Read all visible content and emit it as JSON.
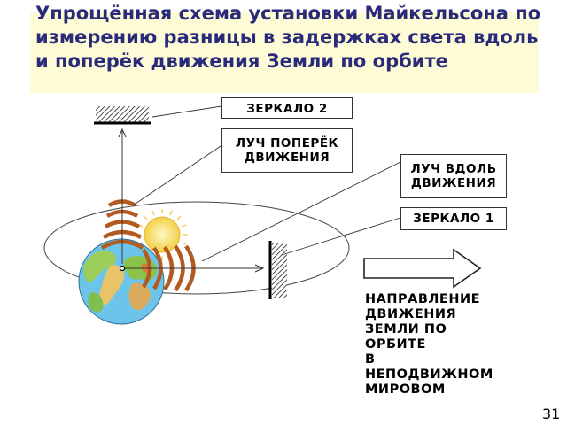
{
  "title": "Упрощённая схема установки Майкельсона по измерению разницы в задержках света вдоль и поперёк движения Земли по орбите",
  "labels": {
    "mirror2": "ЗЕРКАЛО 2",
    "beam_transverse": "ЛУЧ ПОПЕРЁК ДВИЖЕНИЯ",
    "beam_along": "ЛУЧ ВДОЛЬ ДВИЖЕНИЯ",
    "mirror1": "ЗЕРКАЛО 1"
  },
  "direction_text": "НАПРАВЛЕНИЕ\nДВИЖЕНИЯ\nЗЕМЛИ  ПО\nОРБИТЕ\nВ\nНЕПОДВИЖНОМ\nМИРОВОМ",
  "page_number": "31",
  "colors": {
    "title": "#2a2a7a",
    "title_bg": "#fdfcd6",
    "wave": "#b35a1f",
    "sun": "#f2d04a",
    "ocean": "#6cc4ea",
    "land": "#8bc34a"
  }
}
